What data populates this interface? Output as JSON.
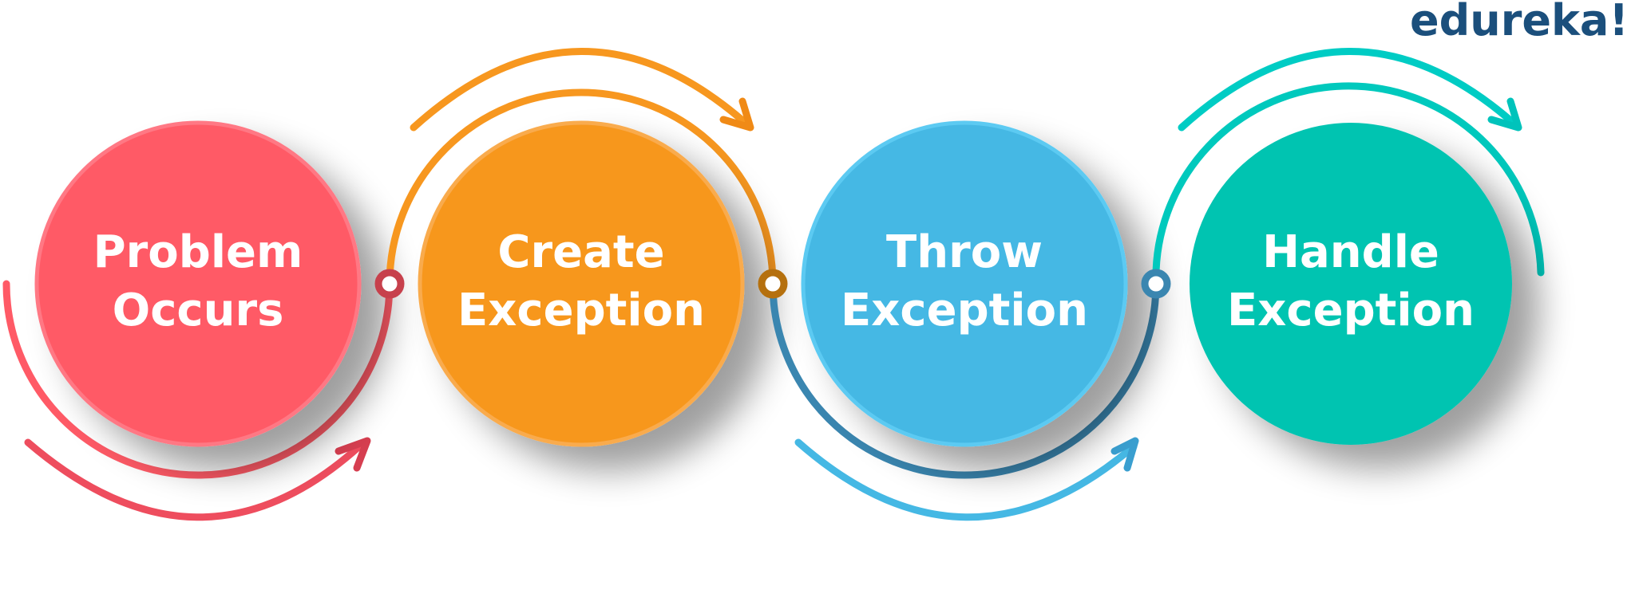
{
  "brand": {
    "logo_text": "edureka!"
  },
  "steps": [
    {
      "line1": "Problem",
      "line2": "Occurs",
      "color": "#ff5a66",
      "ring_color": "#ff7884",
      "accent": "#c7404c"
    },
    {
      "line1": "Create",
      "line2": "Exception",
      "color": "#f7971f",
      "ring_color": "#f9ab4e",
      "accent": "#e88a18"
    },
    {
      "line1": "Throw",
      "line2": "Exception",
      "color": "#45b8e4",
      "ring_color": "#5ccaf2",
      "accent": "#3a86b0"
    },
    {
      "line1": "Handle",
      "line2": "Exception",
      "color": "#02c4b1",
      "ring_color": "#02c4b1",
      "accent": "#00c9bd"
    }
  ]
}
